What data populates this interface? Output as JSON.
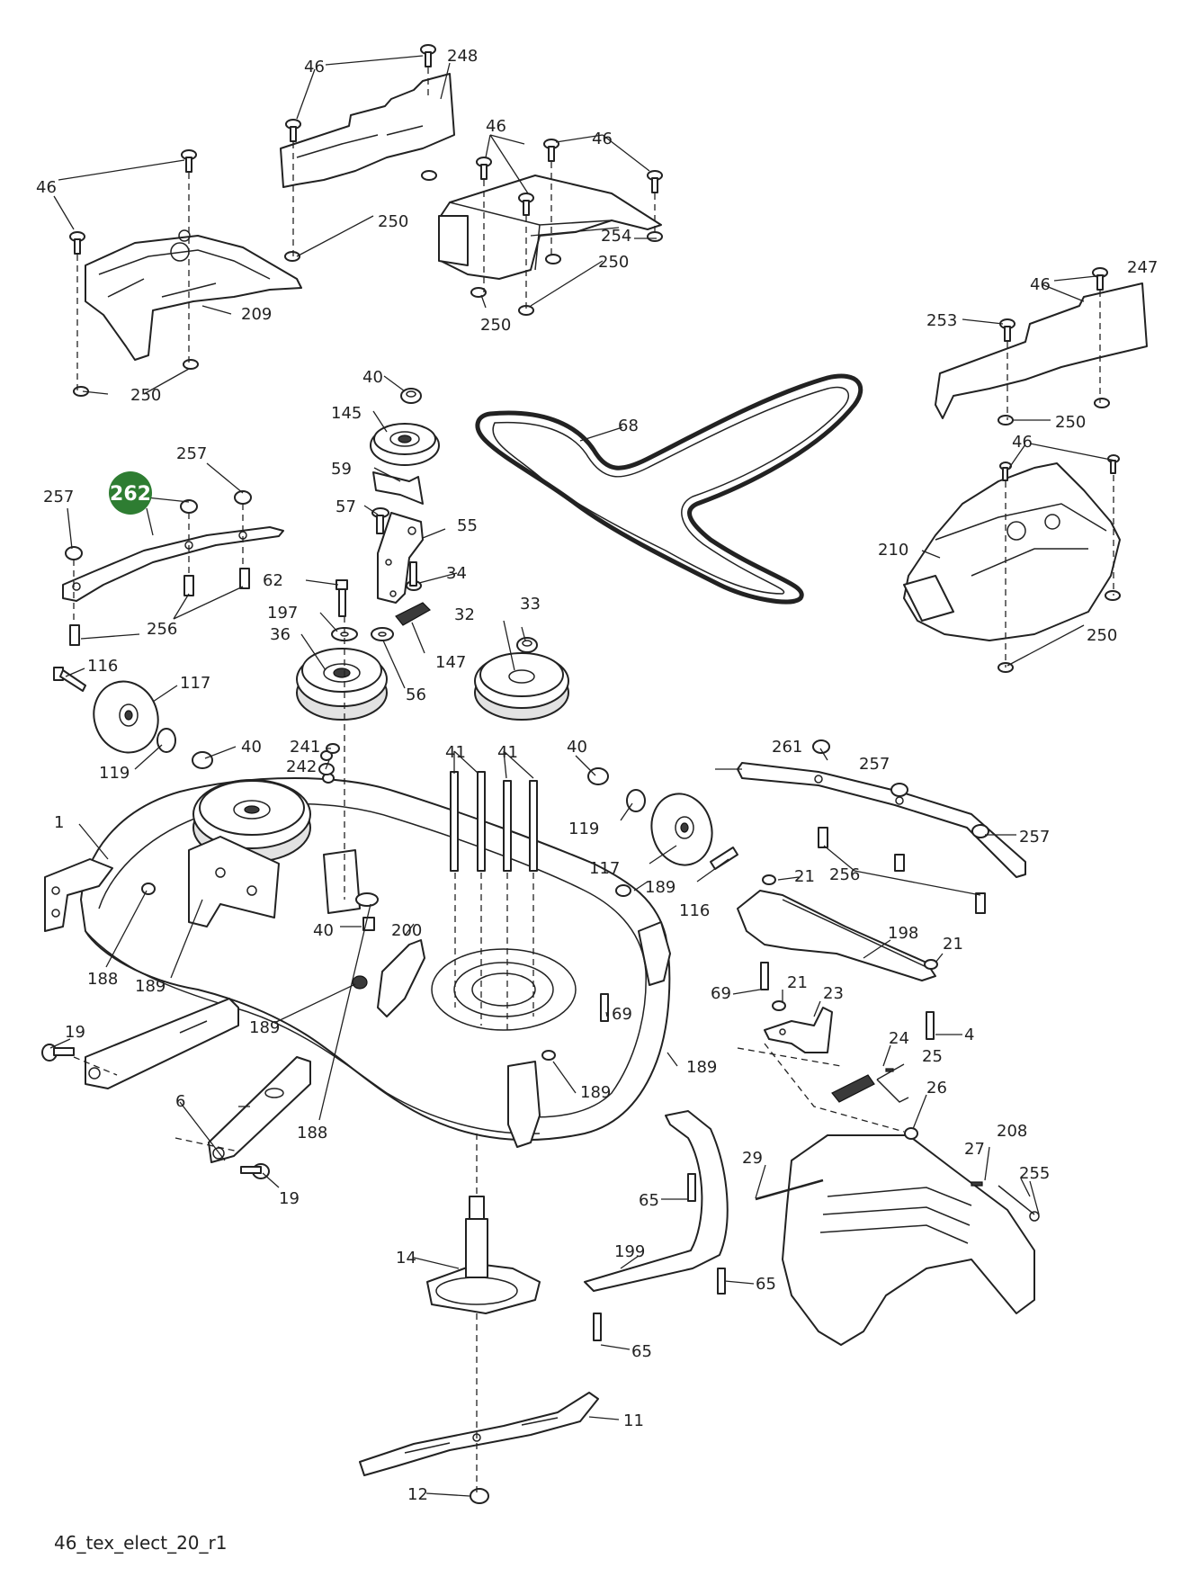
{
  "highlight": {
    "part_number": "262",
    "color": "#2e7d32"
  },
  "footer_code": "46_tex_elect_20_r1",
  "callouts": {
    "c1": "1",
    "c4": "4",
    "c6": "6",
    "c11": "11",
    "c12": "12",
    "c14": "14",
    "c19a": "19",
    "c19b": "19",
    "c21a": "21",
    "c21b": "21",
    "c21c": "21",
    "c23": "23",
    "c24": "24",
    "c25": "25",
    "c26": "26",
    "c27": "27",
    "c29": "29",
    "c32": "32",
    "c33": "33",
    "c34": "34",
    "c36": "36",
    "c40a": "40",
    "c40b": "40",
    "c40c": "40",
    "c40d": "40",
    "c41a": "41",
    "c41b": "41",
    "c46a": "46",
    "c46b": "46",
    "c46c": "46",
    "c46d": "46",
    "c46e": "46",
    "c46f": "46",
    "c55": "55",
    "c56": "56",
    "c57": "57",
    "c59": "59",
    "c62": "62",
    "c65a": "65",
    "c65b": "65",
    "c65c": "65",
    "c68": "68",
    "c69a": "69",
    "c69b": "69",
    "c116a": "116",
    "c116b": "116",
    "c117a": "117",
    "c117b": "117",
    "c119a": "119",
    "c119b": "119",
    "c145": "145",
    "c147": "147",
    "c188a": "188",
    "c188b": "188",
    "c189a": "189",
    "c189b": "189",
    "c189c": "189",
    "c189d": "189",
    "c189e": "189",
    "c197": "197",
    "c198": "198",
    "c199": "199",
    "c200": "200",
    "c208": "208",
    "c209": "209",
    "c210": "210",
    "c241": "241",
    "c242": "242",
    "c247": "247",
    "c248": "248",
    "c250a": "250",
    "c250b": "250",
    "c250c": "250",
    "c250d": "250",
    "c250e": "250",
    "c250f": "250",
    "c253": "253",
    "c254": "254",
    "c255": "255",
    "c256a": "256",
    "c256b": "256",
    "c257a": "257",
    "c257b": "257",
    "c257c": "257",
    "c257d": "257",
    "c261": "261"
  }
}
